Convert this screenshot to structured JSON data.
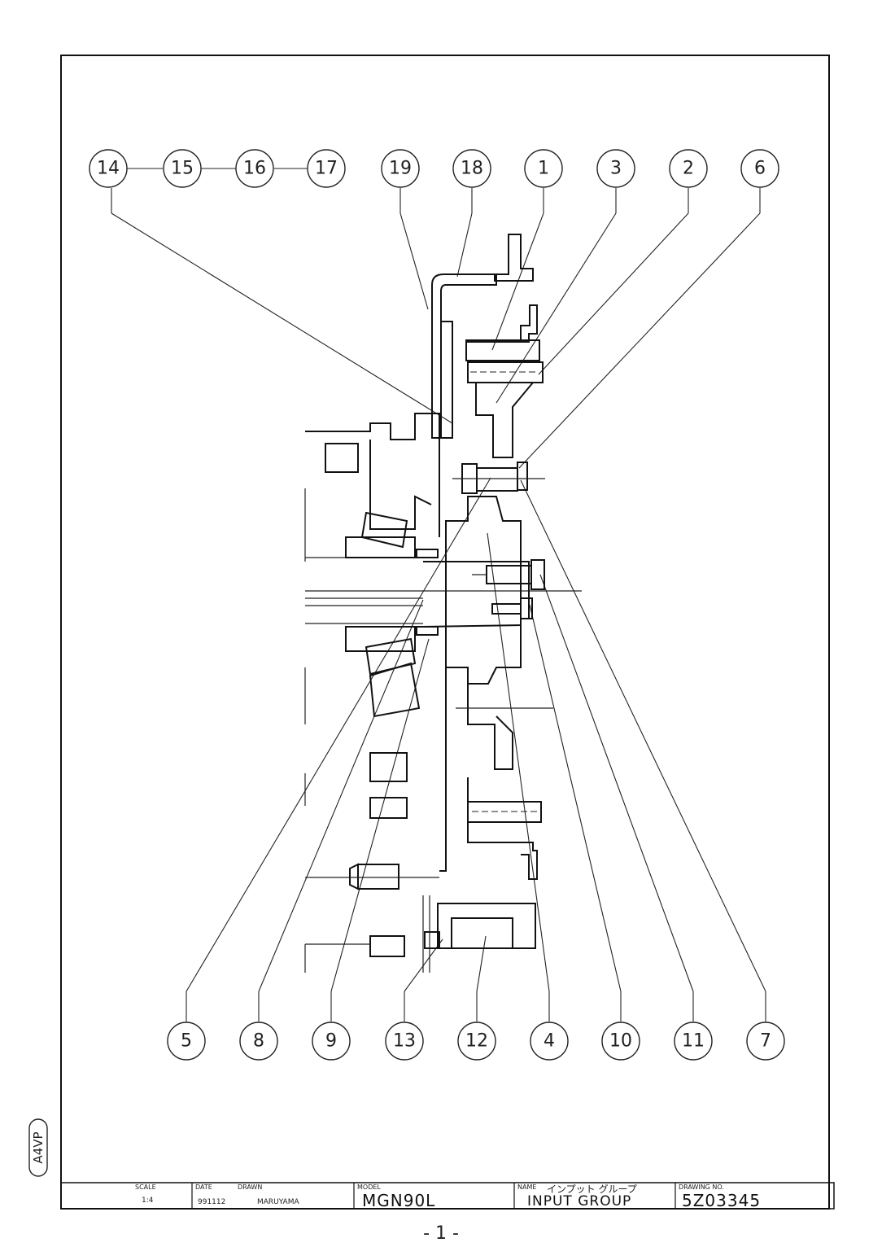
{
  "callouts_top": [
    "14",
    "15",
    "16",
    "17",
    "19",
    "18",
    "1",
    "3",
    "2",
    "6"
  ],
  "callouts_bottom": [
    "5",
    "8",
    "9",
    "13",
    "12",
    "4",
    "10",
    "11",
    "7"
  ],
  "title_block": {
    "scale_label": "SCALE",
    "scale_value": "1:4",
    "date_label": "DATE",
    "date_value": "991112",
    "drawn_label": "DRAWN",
    "drawn_value": "MARUYAMA",
    "model_label": "MODEL",
    "model_value": "MGN90L",
    "name_label": "NAME",
    "name_kana": "インプット グループ",
    "name_value": "INPUT GROUP",
    "drawing_no_label": "DRAWING NO.",
    "drawing_no_value": "5Z03345"
  },
  "side_tag": "A4VP",
  "page_number": "- 1 -"
}
